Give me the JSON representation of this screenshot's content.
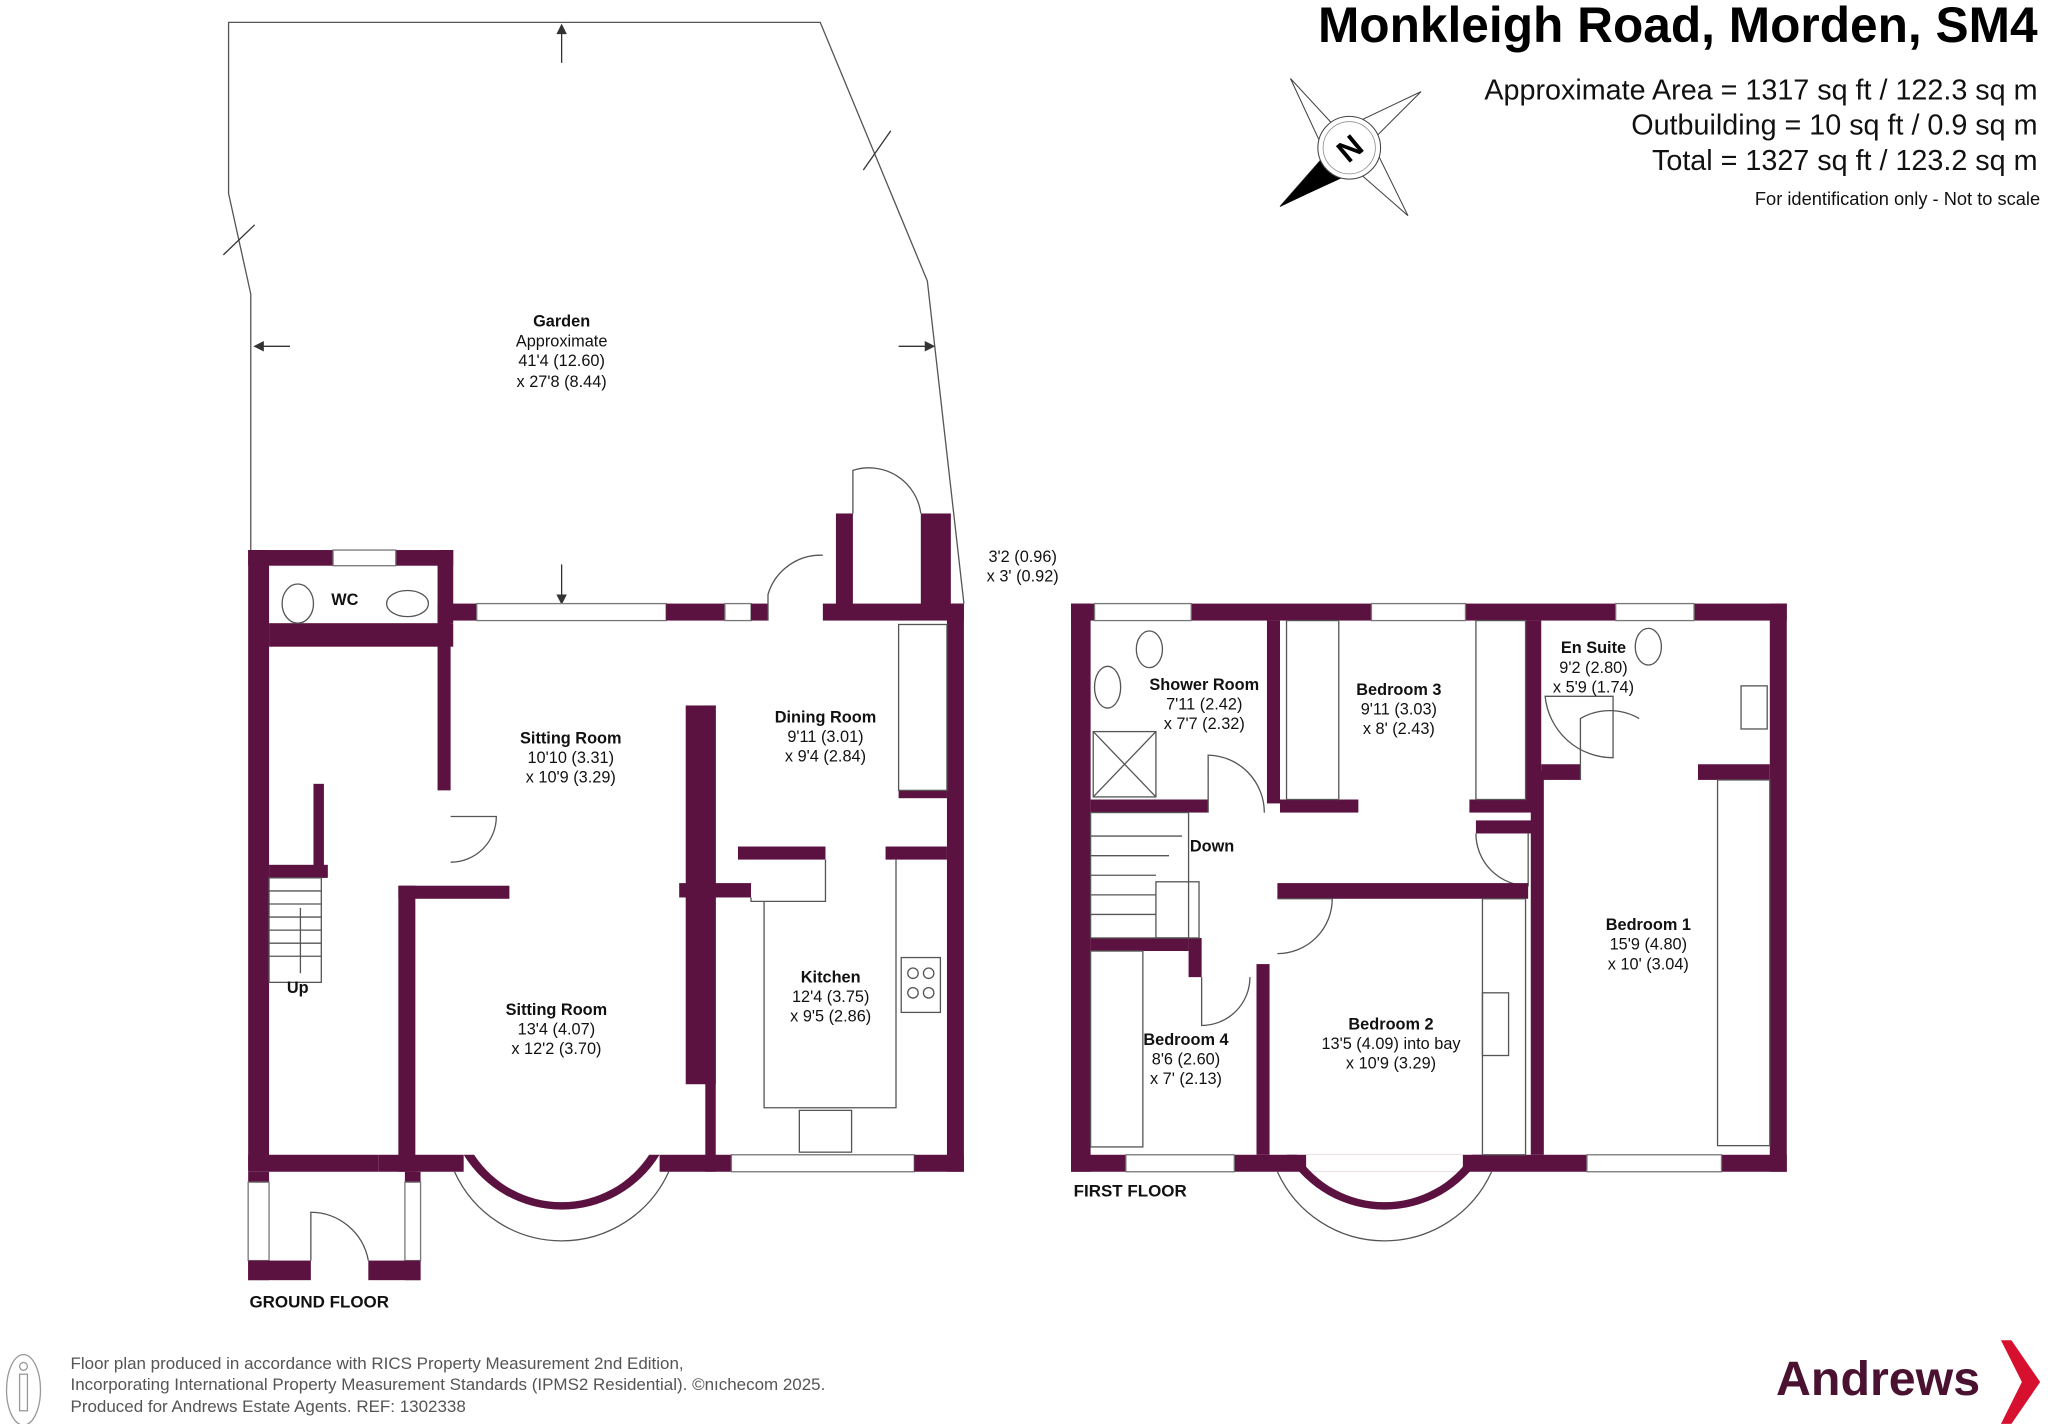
{
  "header": {
    "title": "Monkleigh Road, Morden, SM4",
    "approximate_area": "Approximate Area = 1317 sq ft / 122.3 sq m",
    "outbuilding": "Outbuilding = 10 sq ft / 0.9 sq m",
    "total": "Total = 1327 sq ft / 123.2 sq m",
    "disclaimer": "For identification only - Not to scale"
  },
  "compass": {
    "label": "N"
  },
  "ground_floor": {
    "label": "GROUND FLOOR",
    "garden": {
      "name": "Garden",
      "note": "Approximate",
      "dim1": "41'4 (12.60)",
      "dim2": "x 27'8 (8.44)"
    },
    "outbuilding": {
      "dim1": "3'2 (0.96)",
      "dim2": "x 3' (0.92)"
    },
    "wc": {
      "name": "WC"
    },
    "sitting_room_rear": {
      "name": "Sitting Room",
      "dim1": "10'10 (3.31)",
      "dim2": "x 10'9 (3.29)"
    },
    "sitting_room_front": {
      "name": "Sitting Room",
      "dim1": "13'4 (4.07)",
      "dim2": "x 12'2 (3.70)"
    },
    "dining_room": {
      "name": "Dining Room",
      "dim1": "9'11 (3.01)",
      "dim2": "x 9'4 (2.84)"
    },
    "kitchen": {
      "name": "Kitchen",
      "dim1": "12'4 (3.75)",
      "dim2": "x 9'5 (2.86)"
    },
    "stairs": {
      "label": "Up"
    }
  },
  "first_floor": {
    "label": "FIRST FLOOR",
    "shower_room": {
      "name": "Shower Room",
      "dim1": "7'11 (2.42)",
      "dim2": "x 7'7 (2.32)"
    },
    "bedroom_3": {
      "name": "Bedroom 3",
      "dim1": "9'11 (3.03)",
      "dim2": "x 8' (2.43)"
    },
    "en_suite": {
      "name": "En Suite",
      "dim1": "9'2 (2.80)",
      "dim2": "x 5'9 (1.74)"
    },
    "bedroom_1": {
      "name": "Bedroom 1",
      "dim1": "15'9 (4.80)",
      "dim2": "x 10' (3.04)"
    },
    "bedroom_2": {
      "name": "Bedroom 2",
      "dim1": "13'5 (4.09) into bay",
      "dim2": "x 10'9 (3.29)"
    },
    "bedroom_4": {
      "name": "Bedroom 4",
      "dim1": "8'6 (2.60)",
      "dim2": "x 7' (2.13)"
    },
    "stairs": {
      "label": "Down"
    }
  },
  "footer": {
    "line1": "Floor plan produced in accordance with RICS Property Measurement 2nd Edition,",
    "line2": "Incorporating International Property Measurement Standards (IPMS2 Residential).  ©nıchecom 2025.",
    "line3": "Produced for Andrews Estate Agents.   REF: 1302338",
    "brand": "Andrews"
  },
  "colors": {
    "wall": "#5c1240",
    "brand_text": "#4a1230",
    "brand_chevron": "#d8102f"
  }
}
